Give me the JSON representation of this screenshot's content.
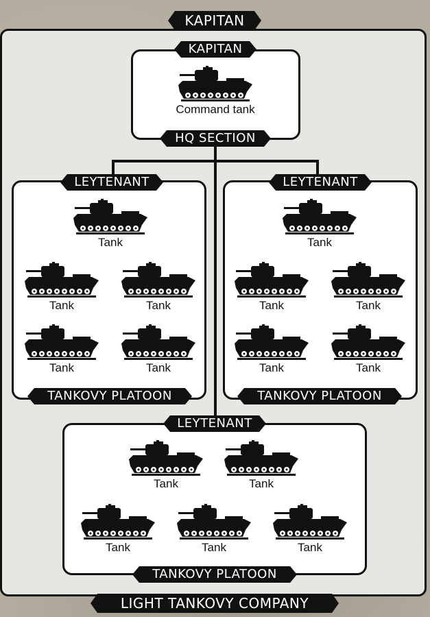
{
  "title": "KAPITAN",
  "footer": "LIGHT TANKOVY COMPANY",
  "hq": {
    "header": "KAPITAN",
    "label": "Command tank",
    "footer": "HQ SECTION"
  },
  "platoon_header": "LEYTENANT",
  "platoon_footer": "TANKOVY PLATOON",
  "tank_label": "Tank",
  "colors": {
    "background": "#b3ad9f",
    "frame": "#111111",
    "panel": "#e6e6e2",
    "box": "#ffffff"
  },
  "icon": "light-tank-silhouette-icon",
  "platoons": [
    {
      "name": "left",
      "tanks": 5
    },
    {
      "name": "right",
      "tanks": 5
    },
    {
      "name": "bottom",
      "tanks": 5
    }
  ]
}
